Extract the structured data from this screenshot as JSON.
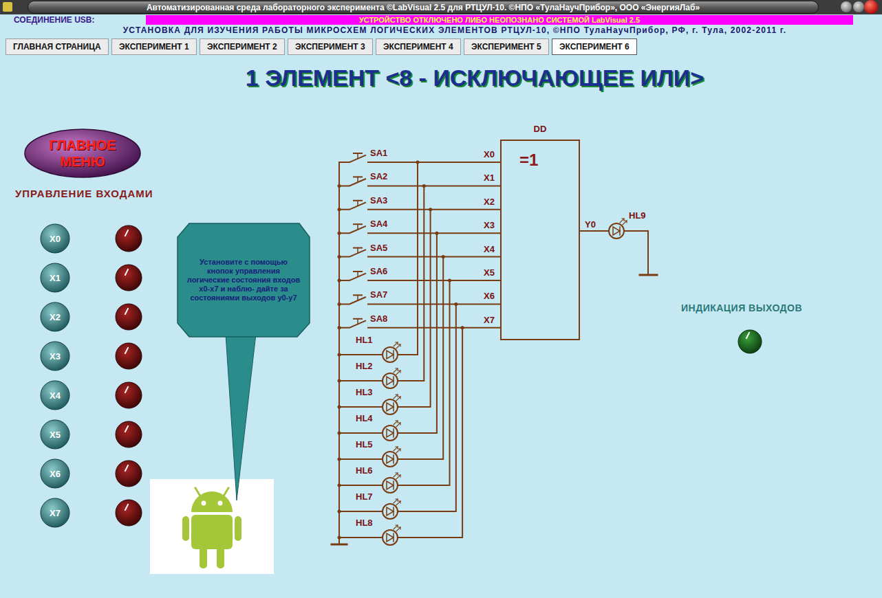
{
  "diagram": {
    "title": "1 ЭЛЕМЕНТ <8 - ИСКЛЮЧАЮЩЕЕ ИЛИ>",
    "nodes": [
      {
        "text": [
          "Автоматизированная среда лабораторного эксперимента ©LabVisual 2.5 для РТЦУЛ-10. ©НПО «ТулаНаучПрибор», ООО «ЭнергияЛаб»"
        ]
      },
      {
        "text": [
          "УСТРОЙСТВО ОТКЛЮЧЕНО ЛИБО НЕОПОЗНАНО СИСТЕМОЙ LabVisual 2.5"
        ]
      },
      {
        "text": [
          "ГЛАВНАЯ СТРАНИЦА"
        ]
      },
      {
        "text": [
          "ЭКСПЕРИМЕНТ 1"
        ]
      },
      {
        "text": [
          "ЭКСПЕРИМЕНТ 2"
        ]
      },
      {
        "text": [
          "ЭКСПЕРИМЕНТ 3"
        ]
      },
      {
        "text": [
          "ЭКСПЕРИМЕНТ 4"
        ]
      },
      {
        "text": [
          "ЭКСПЕРИМЕНТ 5"
        ]
      },
      {
        "text": [
          "ЭКСПЕРИМЕНТ 6"
        ]
      },
      {
        "text": [
          "ГЛАВНОЕ МЕНЮ"
        ]
      },
      {
        "text": [
          "X0"
        ]
      },
      {
        "text": [
          "X1"
        ]
      },
      {
        "text": [
          "X2"
        ]
      },
      {
        "text": [
          "X3"
        ]
      },
      {
        "text": [
          "X4"
        ]
      },
      {
        "text": [
          "X5"
        ]
      },
      {
        "text": [
          "X6"
        ]
      },
      {
        "text": [
          "X7"
        ]
      },
      {
        "text": [
          "Установите с помощью кнопок управления логические состояния входов x0-x7 и наблю- дайте за состояниями выходов y0-y7"
        ]
      },
      {
        "text": [
          "DD",
          "=1"
        ]
      }
    ],
    "labels": [
      "СОЕДИНЕНИЕ USB:",
      "УСТАНОВКА ДЛЯ ИЗУЧЕНИЯ РАБОТЫ МИКРОСХЕМ ЛОГИЧЕСКИХ ЭЛЕМЕНТОВ РТЦУЛ-10, ©НПО ТулаНаучПрибор, РФ, г. Тула, 2002-2011 г.",
      "УПРАВЛЕНИЕ ВХОДАМИ",
      "SA1",
      "SA2",
      "SA3",
      "SA4",
      "SA5",
      "SA6",
      "SA7",
      "SA8",
      "X0",
      "X1",
      "X2",
      "X3",
      "X4",
      "X5",
      "X6",
      "X7",
      "HL1",
      "HL2",
      "HL3",
      "HL4",
      "HL5",
      "HL6",
      "HL7",
      "HL8",
      "Y0",
      "HL9",
      "ИНДИКАЦИЯ ВЫХОДОВ"
    ]
  }
}
